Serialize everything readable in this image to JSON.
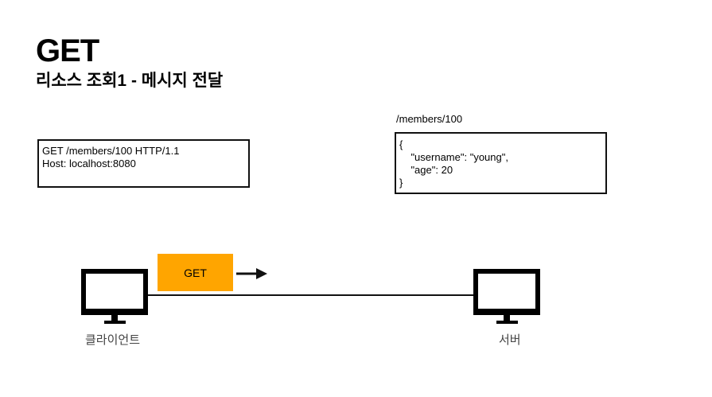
{
  "title": "GET",
  "subtitle": "리소스 조회1 - 메시지 전달",
  "request": {
    "lines": [
      "GET /members/100 HTTP/1.1",
      "Host: localhost:8080"
    ]
  },
  "response": {
    "path": "/members/100",
    "lines": [
      "{",
      "    \"username\": \"young\",",
      "    \"age\": 20",
      "}"
    ]
  },
  "badge": {
    "label": "GET",
    "color": "#ffa500"
  },
  "client": {
    "label": "클라이언트",
    "icon": "monitor-icon"
  },
  "server": {
    "label": "서버",
    "icon": "monitor-icon"
  }
}
